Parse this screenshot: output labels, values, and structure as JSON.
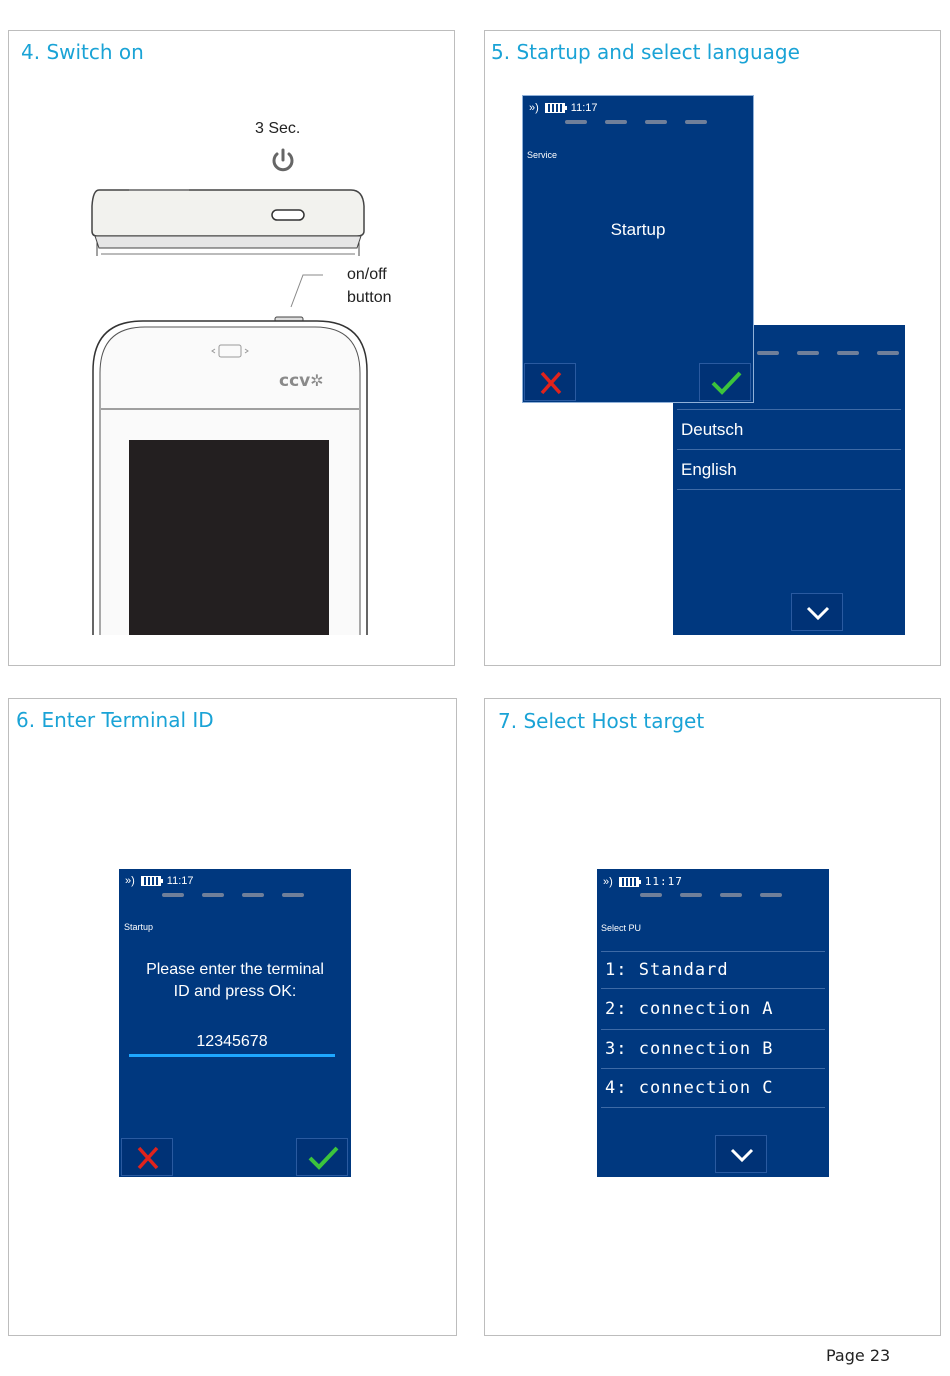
{
  "panels": {
    "switch_on": {
      "title": "4. Switch on",
      "duration": "3 Sec.",
      "button_label_line1": "on/off",
      "button_label_line2": "button",
      "logo": "ccv"
    },
    "startup_language": {
      "title": "5. Startup and select language",
      "time": "11:17",
      "screen_caption": "Service",
      "message": "Startup",
      "languages": [
        "Deutsch",
        "English"
      ]
    },
    "terminal_id": {
      "title": "6. Enter Terminal ID",
      "time": "11:17",
      "screen_caption": "Startup",
      "prompt_line1": "Please enter the terminal",
      "prompt_line2": "ID and press OK:",
      "value": "12345678"
    },
    "host_target": {
      "title": "7. Select Host target",
      "time": "11:17",
      "screen_caption": "Select PU",
      "options": [
        "1: Standard",
        "2: connection A",
        "3: connection B",
        "4: connection C"
      ]
    }
  },
  "footer": {
    "page": "Page 23"
  },
  "colors": {
    "title": "#1aa3d6",
    "screen": "#00387f",
    "cancel": "#e0231c",
    "ok": "#3cc43c",
    "input_line": "#1ea7ff"
  }
}
